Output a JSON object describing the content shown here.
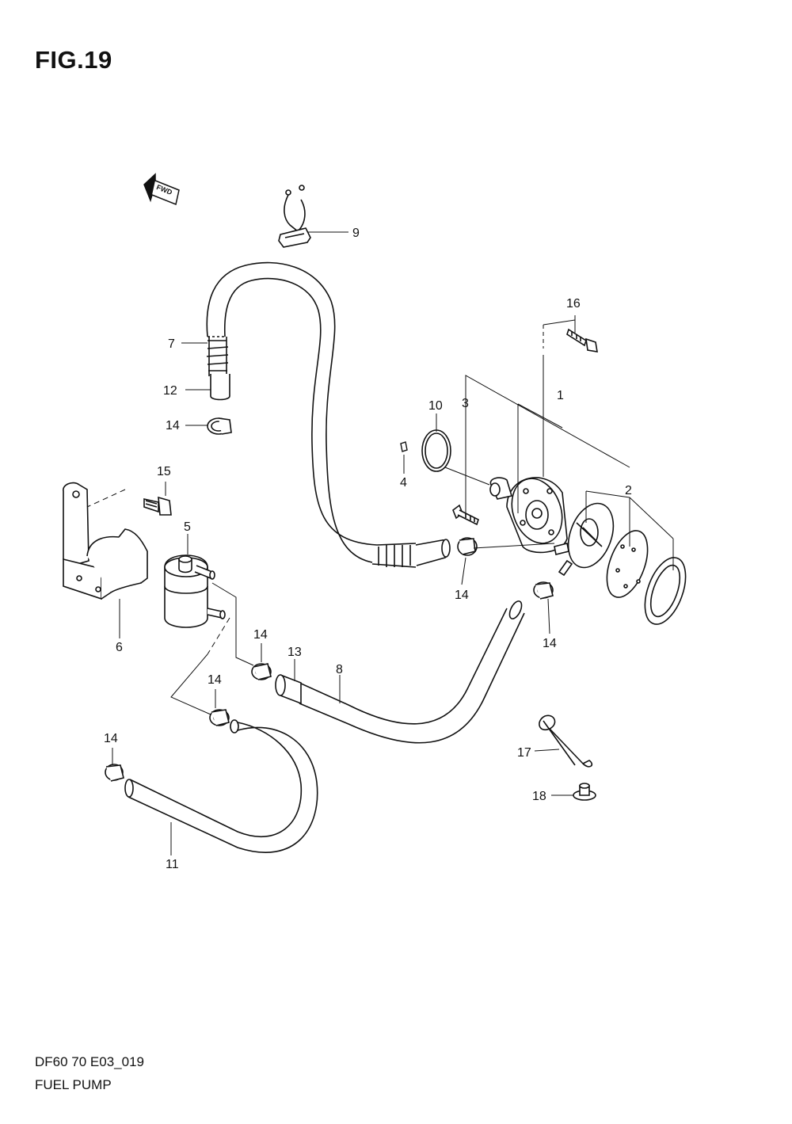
{
  "figure": {
    "title": "FIG.19"
  },
  "fwd_label": "FWD",
  "callouts": {
    "p1": "1",
    "p2": "2",
    "p3": "3",
    "p4": "4",
    "p5": "5",
    "p6": "6",
    "p7": "7",
    "p8": "8",
    "p9": "9",
    "p10": "10",
    "p11": "11",
    "p12": "12",
    "p13": "13",
    "p14a": "14",
    "p14b": "14",
    "p14c": "14",
    "p14d": "14",
    "p14e": "14",
    "p14f": "14",
    "p15": "15",
    "p16": "16",
    "p17": "17",
    "p18": "18"
  },
  "footer": {
    "code": "DF60 70 E03_019",
    "name": "FUEL PUMP"
  }
}
